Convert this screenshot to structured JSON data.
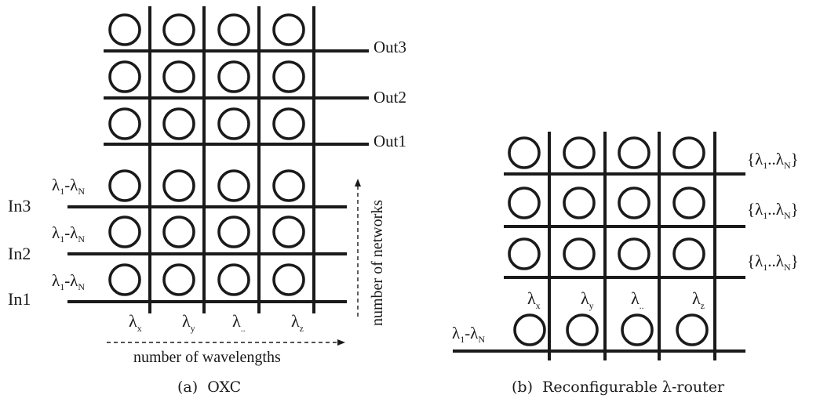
{
  "oxc": {
    "outputs": [
      "Out3",
      "Out2",
      "Out1"
    ],
    "inputs": [
      "In3",
      "In2",
      "In1"
    ],
    "input_wavelengths": [
      "λ1-λN",
      "λ1-λN",
      "λ1-λN"
    ],
    "lambda_sym": "λ",
    "wavelength_subscripts": [
      "x",
      "y",
      "..",
      "z"
    ],
    "xaxis_label": "number of wavelengths",
    "yaxis_label": "number of networks",
    "caption": "(a)  OXC"
  },
  "router": {
    "input_label": "λ1-λN",
    "wavelength_subscripts": [
      "x",
      "y",
      "..",
      "z"
    ],
    "output_sets": [
      "{λ1..λN}",
      "{λ1..λN}",
      "{λ1..λN}"
    ],
    "caption": "(b)  Reconfigurable λ-router"
  }
}
